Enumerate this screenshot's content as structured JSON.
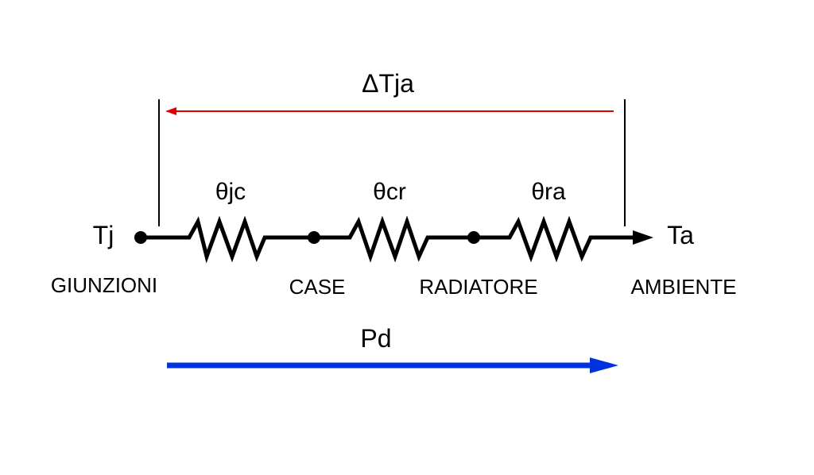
{
  "delta_label": "ΔTja",
  "resistors": [
    {
      "label": "θjc"
    },
    {
      "label": "θcr"
    },
    {
      "label": "θra"
    }
  ],
  "endpoints": {
    "left": "Tj",
    "right": "Ta"
  },
  "nodes": {
    "giunzioni": "GIUNZIONI",
    "case": "CASE",
    "radiatore": "RADIATORE",
    "ambiente": "AMBIENTE"
  },
  "power_label": "Pd",
  "colors": {
    "delta_arrow": "#e00000",
    "power_arrow": "#0033dd",
    "circuit": "#000000"
  }
}
